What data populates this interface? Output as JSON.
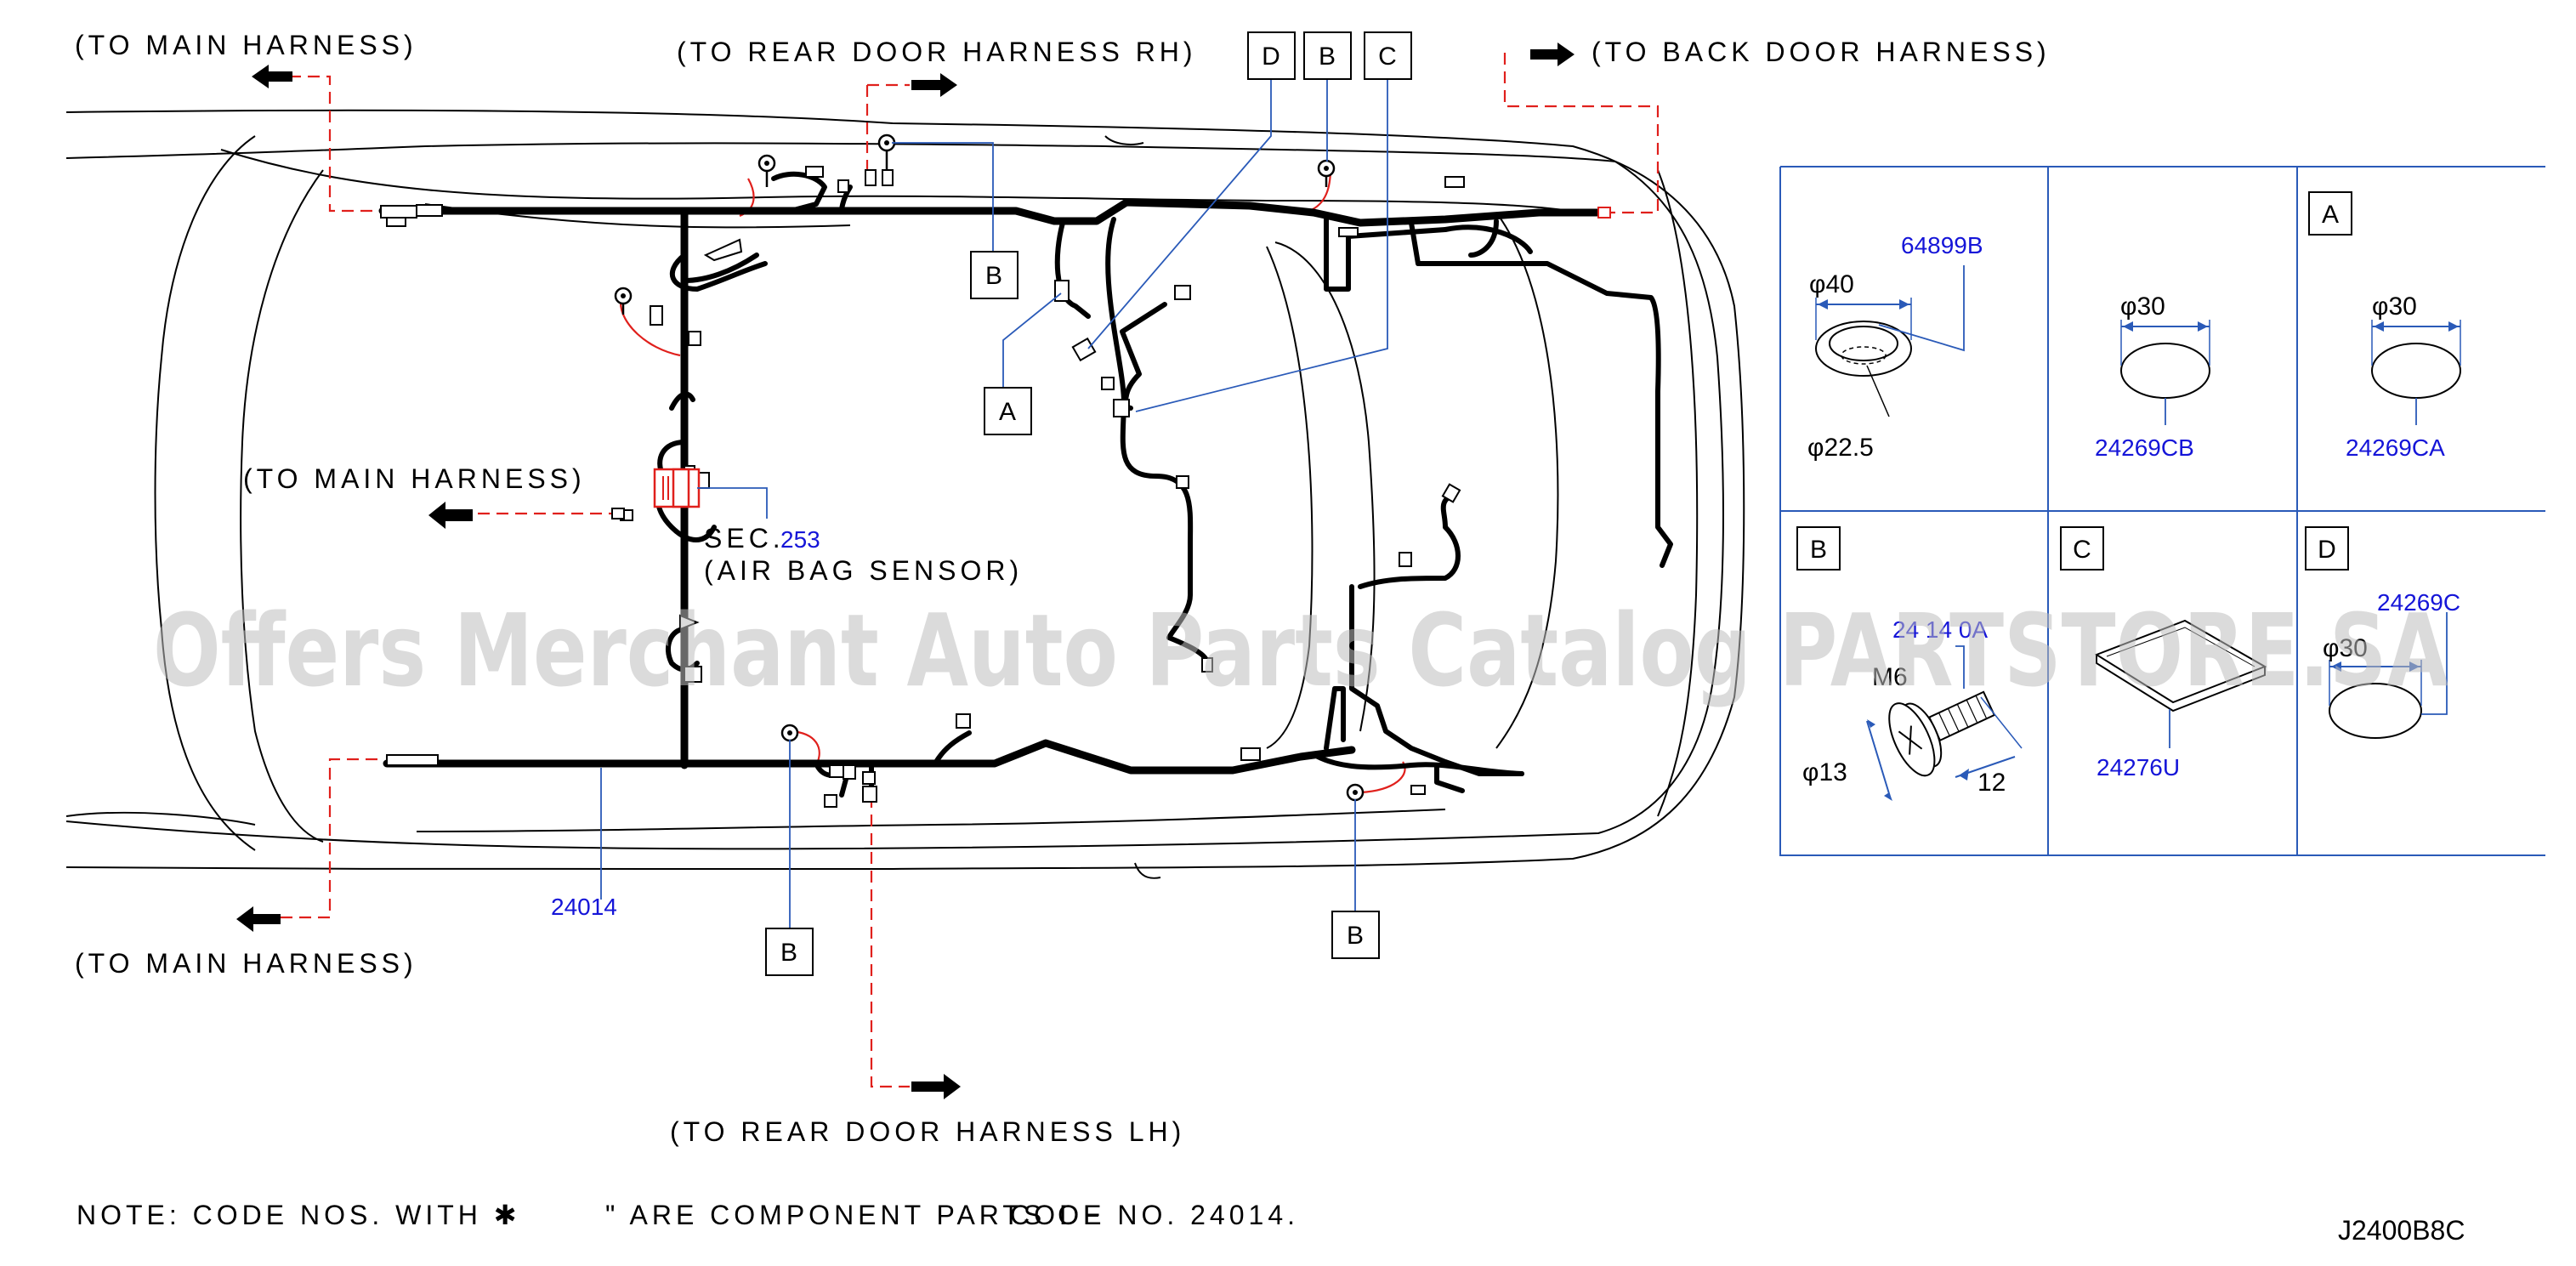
{
  "harness_labels": {
    "main_top": "(TO  MAIN  HARNESS)",
    "rear_door_rh": "(TO  REAR  DOOR  HARNESS  RH)",
    "back_door": "(TO  BACK  DOOR  HARNESS)",
    "main_mid": "(TO  MAIN  HARNESS)",
    "main_bottom": "(TO  MAIN  HARNESS)",
    "rear_door_lh": "(TO  REAR  DOOR  HARNESS  LH)"
  },
  "air_bag": {
    "sec_prefix": "SEC.",
    "sec_number": "253",
    "sensor": "(AIR  BAG  SENSOR)"
  },
  "harness_part_no": "24014",
  "callouts": {
    "top_d": "D",
    "top_b": "B",
    "top_c": "C",
    "center_b": "B",
    "center_a": "A",
    "lower_b1": "B",
    "lower_b2": "B"
  },
  "parts_panels": {
    "p1": {
      "diameter_outer": "φ40",
      "part_no": "64899B",
      "diameter_inner": "φ22.5"
    },
    "p2": {
      "diameter": "φ30",
      "part_no": "24269CB"
    },
    "p3": {
      "letter": "A",
      "diameter": "φ30",
      "part_no": "24269CA"
    },
    "p4": {
      "letter": "B",
      "part_no_partial": "24 14 0A",
      "thread": "M6",
      "diameter": "φ13",
      "length": "12"
    },
    "p5": {
      "letter": "C",
      "part_no": "24276U"
    },
    "p6": {
      "letter": "D",
      "part_no": "24269C",
      "diameter_partial": "φ30"
    }
  },
  "note": {
    "part1": "NOTE:  CODE  NOS.  WITH  ✱",
    "part2": "\"  ARE  COMPONENT  PARTS  OF",
    "part3": "CODE  NO.  24014."
  },
  "diagram_code": "J2400B8C",
  "watermark": "Offers Merchant Auto Parts Catalog PARTSTORE.SA",
  "colors": {
    "harness": "#000000",
    "connector_red": "#e0201c",
    "leader_blue": "#2a5ab8",
    "text_blue": "#1515d8",
    "panel_border": "#2a5ab8"
  }
}
